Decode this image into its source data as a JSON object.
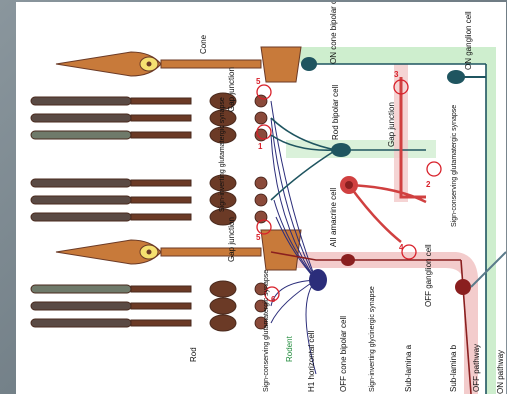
{
  "labels": {
    "cone": "Cone",
    "gap_junction_1": "Gap junction",
    "sign_inverting_glutamatergic": "Sign-inverting glutamatergic synapse",
    "gap_junction_2": "Gap junction",
    "sign_conserving_glutamatergic_left": "Sign-conserving glutamatergic synapse",
    "rodent": "Rodent",
    "rod": "Rod",
    "h1_horizontal": "H1 horizontal cell",
    "off_cone_bipolar": "OFF cone bipolar cell",
    "sign_inverting_glycinergic": "Sign-inverting glycinergic synapse",
    "sub_lamina_a": "Sub-lamina a",
    "sub_lamina_b": "Sub-lamina b",
    "off_pathway": "OFF pathway",
    "on_pathway": "ON pathway",
    "on_cone_bipolar": "ON cone bipolar cell",
    "rod_bipolar": "Rod bipolar cell",
    "gap_junction_3": "Gap junction",
    "sign_conserving_glutamatergic_right": "Sign-conserving glutamatergic synapse",
    "aii_amacrine": "AII amacrine cell",
    "off_ganglion": "OFF ganglion cell",
    "on_ganglion": "ON ganglion cell"
  },
  "numbers": {
    "n1": "1",
    "n2": "2",
    "n3": "3",
    "n4": "4",
    "n5a": "5",
    "n5b": "5",
    "n6": "6"
  },
  "colors": {
    "photoreceptor": "#6b3a26",
    "cone_body": "#c87a3a",
    "on_pathway_band": "#c9ecc9",
    "off_pathway_band": "#f2c9c9",
    "on_cells": "#1f5560",
    "off_cells": "#8a1f1f",
    "amacrine": "#d04040",
    "horizontal": "#2b2d7a",
    "synapse_marker": "#d8202a",
    "rodent": "#1f8a3a"
  }
}
